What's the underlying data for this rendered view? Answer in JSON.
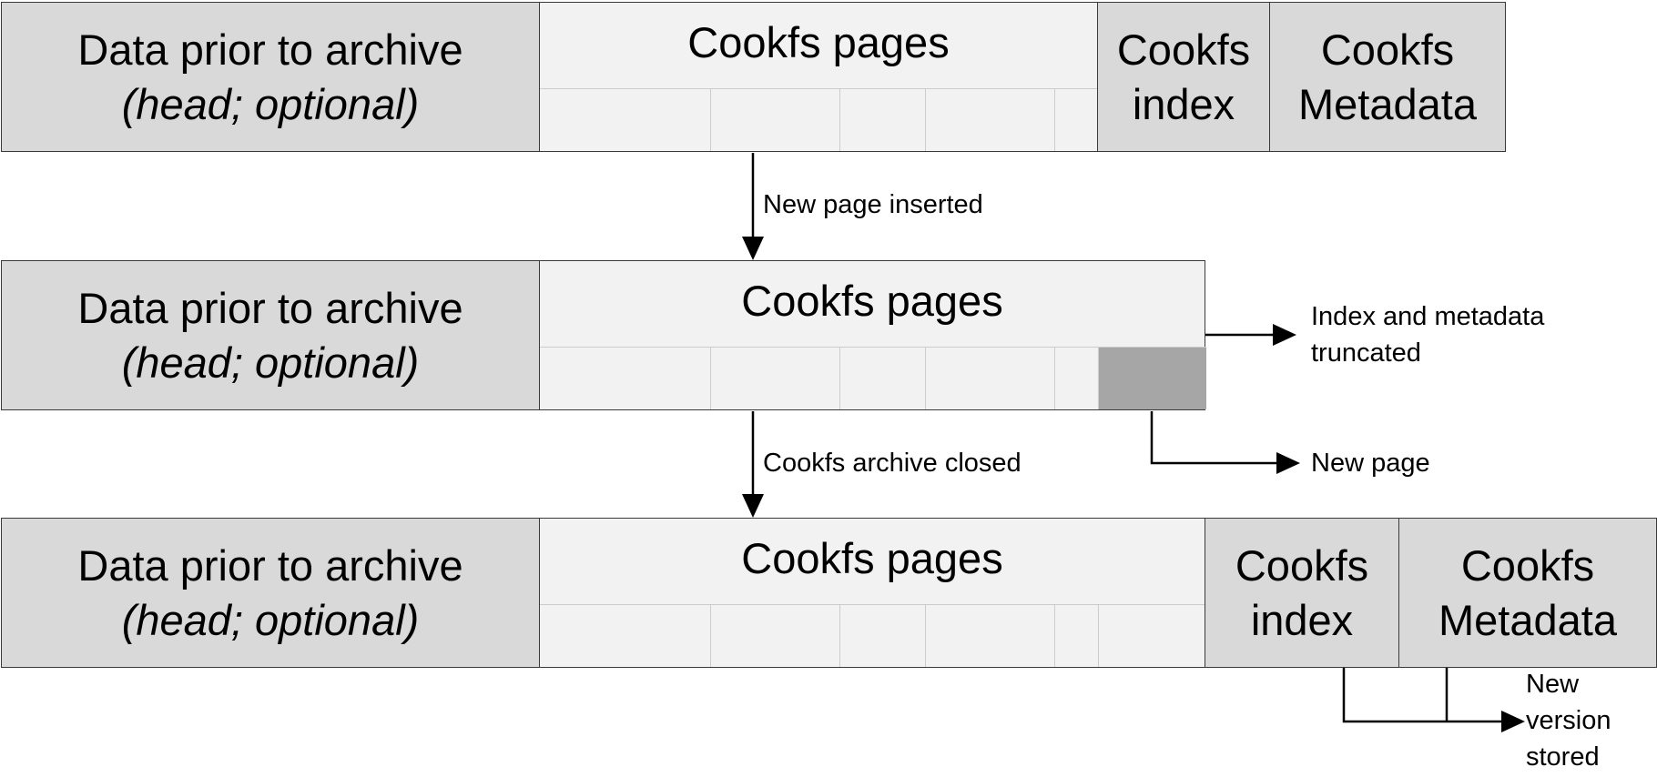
{
  "rows": [
    {
      "head": {
        "line1": "Data prior to archive",
        "line2": "(head; optional)"
      },
      "pages": {
        "title": "Cookfs pages"
      },
      "index": {
        "line1": "Cookfs",
        "line2": "index"
      },
      "metadata": {
        "line1": "Cookfs",
        "line2": "Metadata"
      }
    },
    {
      "head": {
        "line1": "Data prior to archive",
        "line2": "(head; optional)"
      },
      "pages": {
        "title": "Cookfs pages"
      }
    },
    {
      "head": {
        "line1": "Data prior to archive",
        "line2": "(head; optional)"
      },
      "pages": {
        "title": "Cookfs pages"
      },
      "index": {
        "line1": "Cookfs",
        "line2": "index"
      },
      "metadata": {
        "line1": "Cookfs",
        "line2": "Metadata"
      }
    }
  ],
  "labels": {
    "new_page_inserted": "New page inserted",
    "archive_closed": "Cookfs archive closed",
    "truncated_line1": "Index and metadata",
    "truncated_line2": "truncated",
    "new_page": "New page",
    "new_version_line1": "New",
    "new_version_line2": "version",
    "new_version_line3": "stored"
  },
  "colors": {
    "head_fill": "#d9d9d9",
    "pages_fill": "#f2f2f2",
    "new_page_fill": "#a6a6a6",
    "outline": "#3a3a3a",
    "subdivider": "#cccccc"
  }
}
